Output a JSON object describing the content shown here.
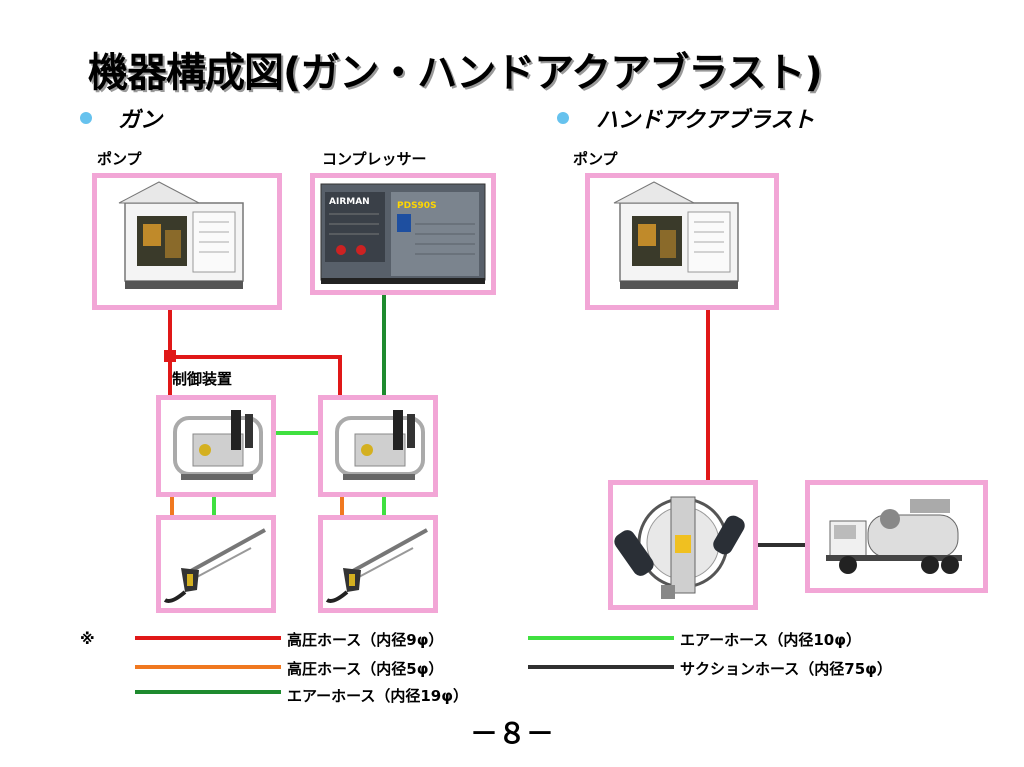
{
  "title": "機器構成図(ガン・ハンドアクアブラスト)",
  "sections": {
    "gun": {
      "label": "ガン",
      "pump_label": "ポンプ",
      "compressor_label": "コンプレッサー",
      "control_label": "制御装置"
    },
    "hand": {
      "label": "ハンドアクアブラスト",
      "pump_label": "ポンプ"
    }
  },
  "compressor_brand": "AIRMAN",
  "compressor_model": "PDS90S",
  "legend": {
    "mark": "※",
    "items": [
      {
        "label": "高圧ホース（内径9φ）",
        "color": "#e01818"
      },
      {
        "label": "高圧ホース（内径5φ）",
        "color": "#f07820"
      },
      {
        "label": "エアーホース（内径19φ）",
        "color": "#1e8a2e"
      },
      {
        "label": "エアーホース（内径10φ）",
        "color": "#40e040"
      },
      {
        "label": "サクションホース（内径75φ）",
        "color": "#303030"
      }
    ]
  },
  "colors": {
    "frame": "#f2a6d6",
    "bullet": "#66c2ee"
  },
  "page_number": "－８－"
}
